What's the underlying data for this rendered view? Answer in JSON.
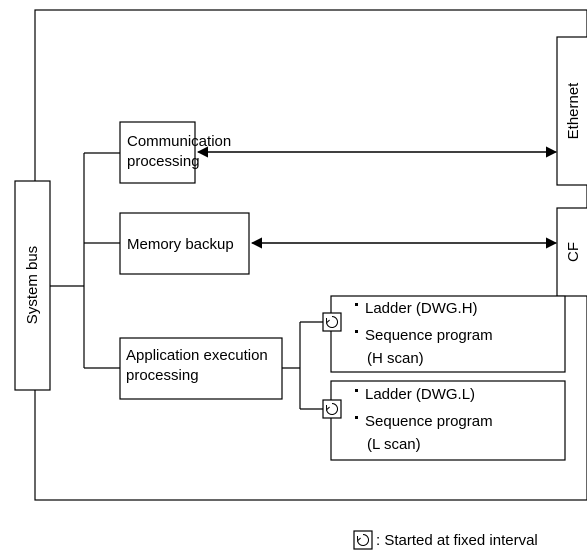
{
  "blocks": {
    "system_bus": "System bus",
    "communication": [
      "Communication",
      "processing"
    ],
    "memory_backup": "Memory backup",
    "application": [
      "Application execution",
      "processing"
    ]
  },
  "programs": {
    "h": [
      "Ladder (DWG.H)",
      "Sequence program",
      "(H scan)"
    ],
    "l": [
      "Ladder (DWG.L)",
      "Sequence program",
      "(L scan)"
    ]
  },
  "external": {
    "ethernet": "Ethernet",
    "cf": "CF"
  },
  "legend": {
    "icon": "fixed-interval-icon",
    "text": ": Started at fixed interval"
  }
}
